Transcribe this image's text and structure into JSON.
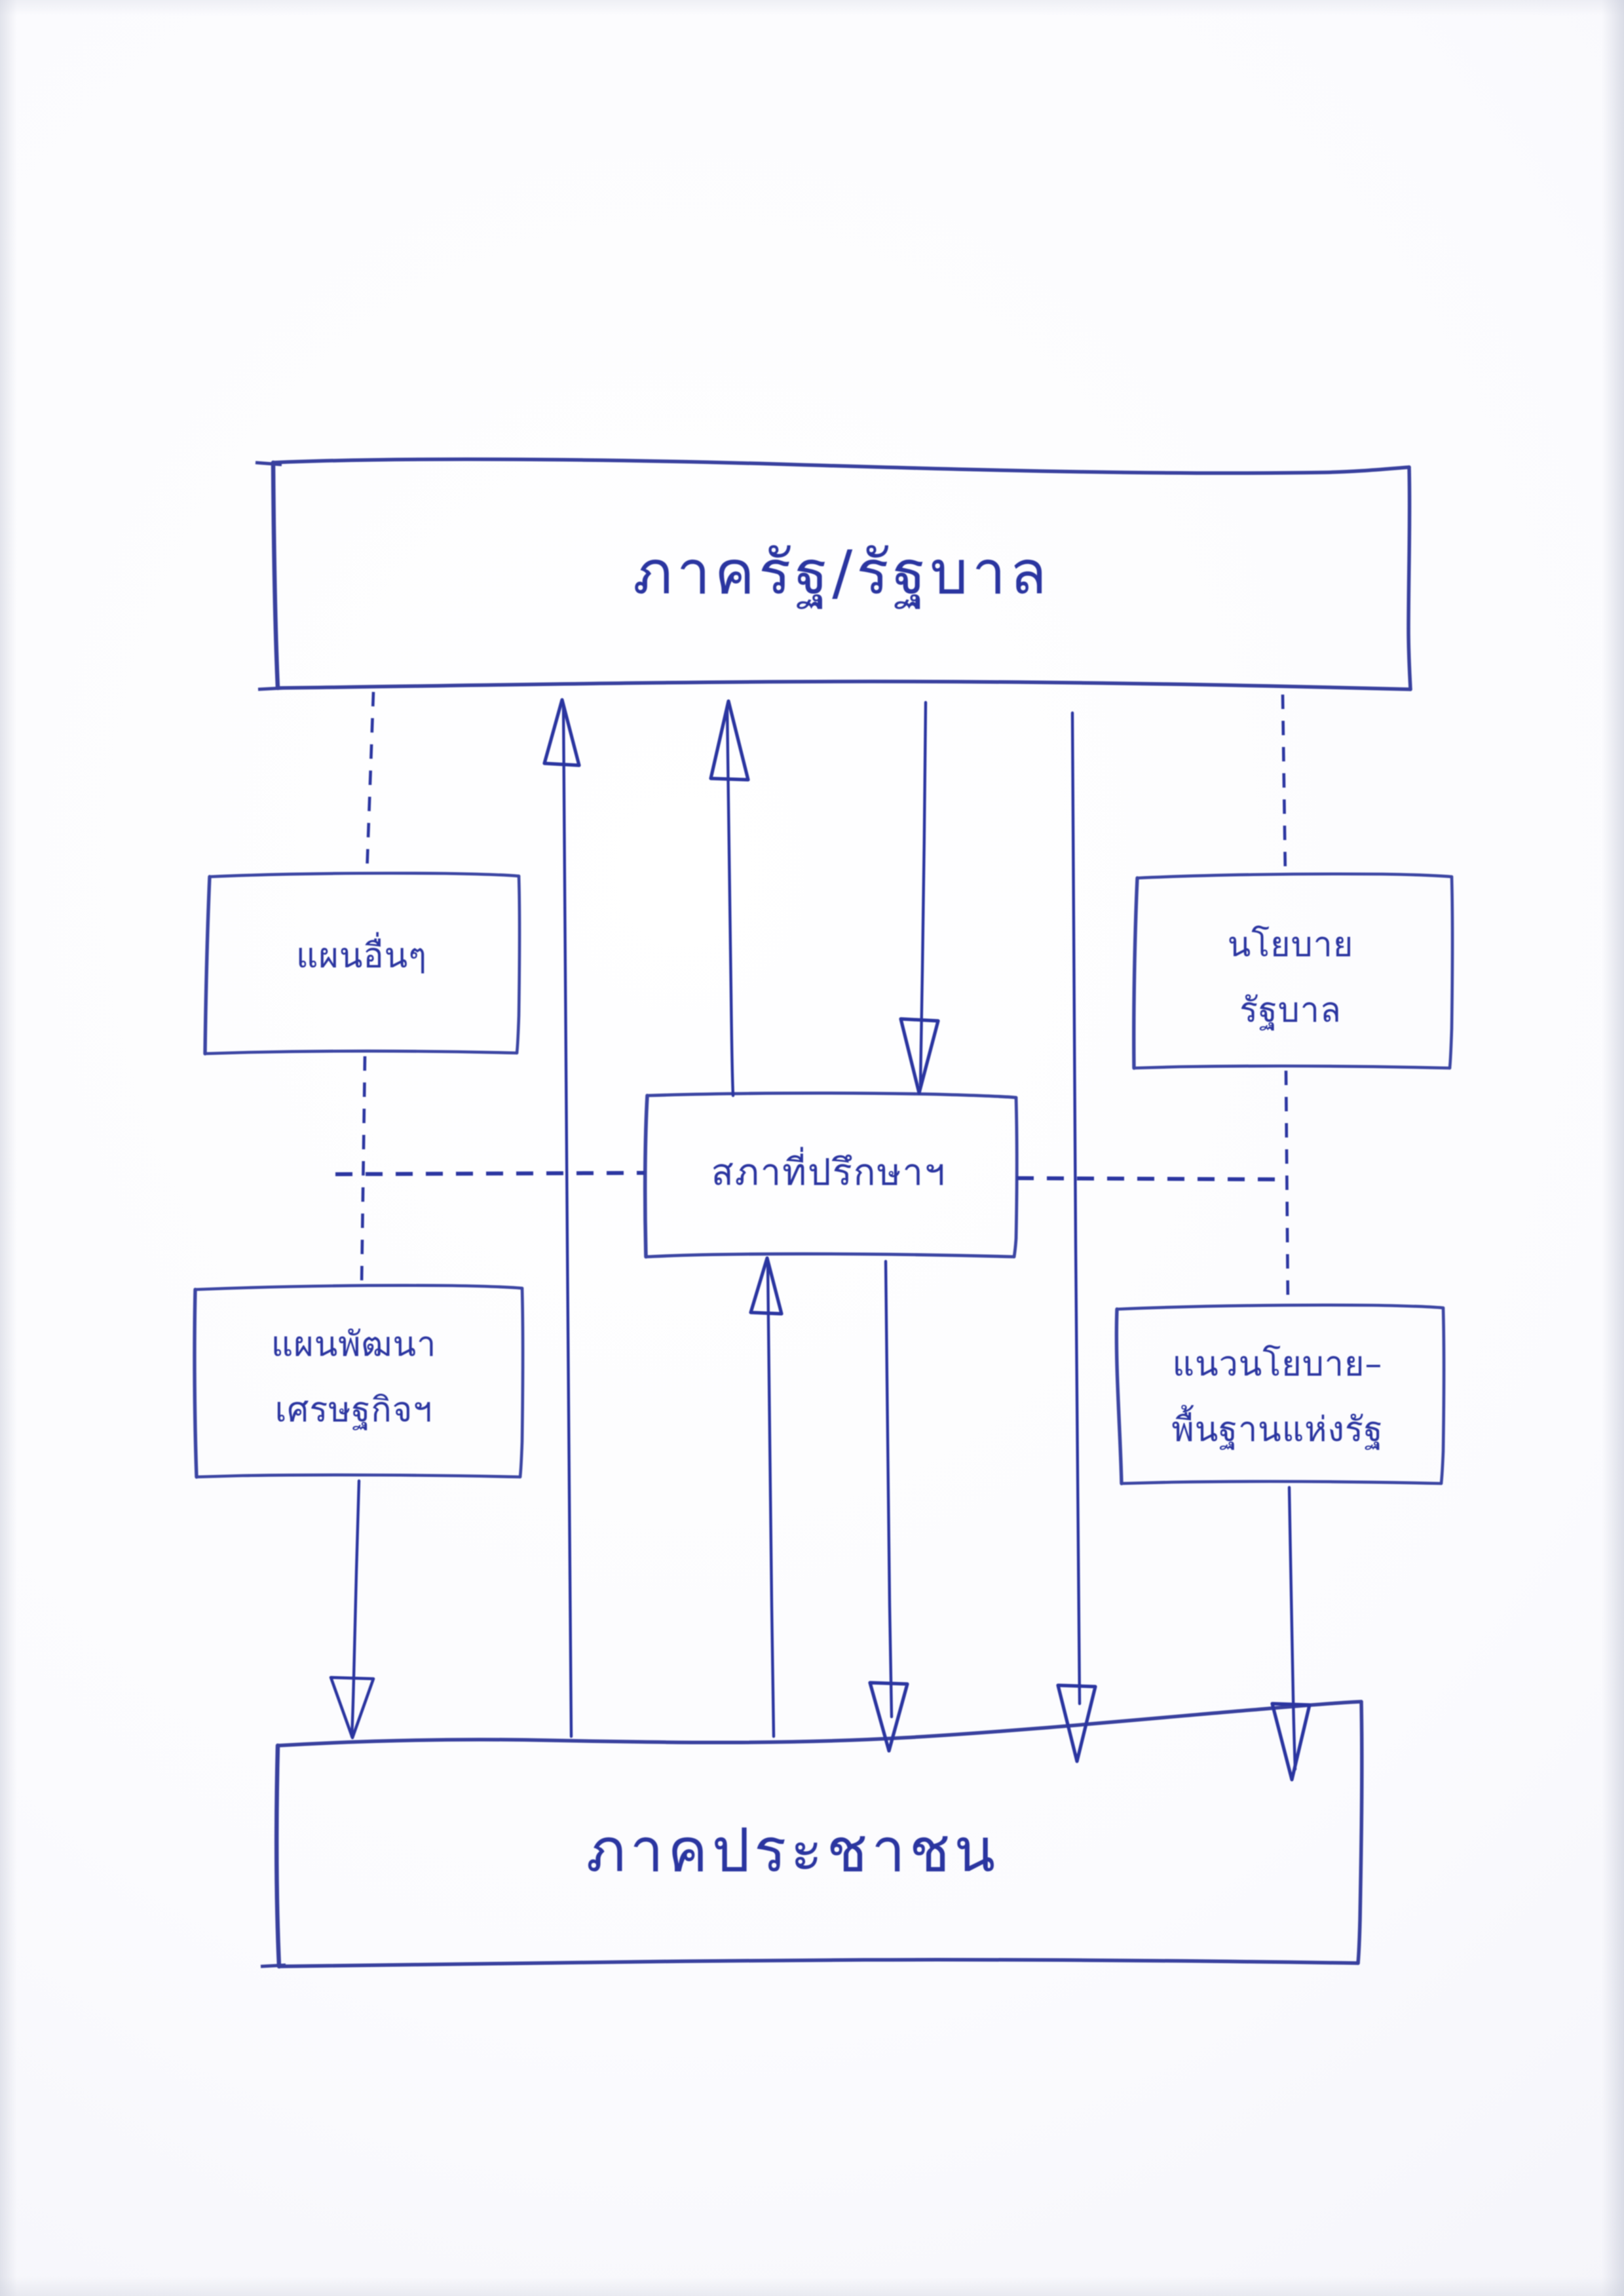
{
  "document": {
    "type": "hand-drawn-diagram",
    "language": "Thai",
    "ink_color": "#2b36a0",
    "paper_color": "#f4f4fa"
  },
  "nodes": {
    "top": {
      "id": "government",
      "label": "ภาครัฐ/รัฐบาล",
      "label_lines": [
        "ภาครัฐ/รัฐบาล"
      ]
    },
    "bottom": {
      "id": "public-sector",
      "label": "ภาคประชาชน",
      "label_lines": [
        "ภาคประชาชน"
      ]
    },
    "center": {
      "id": "advisory-council",
      "label": "สภาที่ปรึกษาฯ",
      "label_lines": [
        "สภาที่ปรึกษาฯ"
      ]
    },
    "upper_left": {
      "id": "other-plans",
      "label": "แผนอื่นๆ",
      "label_lines": [
        "แผนอื่นๆ"
      ]
    },
    "lower_left": {
      "id": "economic-development-plan",
      "label": "แผนพัฒนาเศรษฐกิจฯ",
      "label_lines": [
        "แผนพัฒนา",
        "เศรษฐกิจฯ"
      ]
    },
    "upper_right": {
      "id": "government-policy",
      "label": "นโยบายรัฐบาล",
      "label_lines": [
        "นโยบาย",
        "รัฐบาล"
      ]
    },
    "lower_right": {
      "id": "directive-principles",
      "label": "แนวนโยบาย–พื้นฐานแห่งรัฐ",
      "label_lines": [
        "แนวนโยบาย–",
        "พื้นฐานแห่งรัฐ"
      ]
    }
  },
  "connectors": [
    {
      "id": "c1",
      "style": "dashed",
      "from": "government",
      "to": "public-sector",
      "via": [
        "other-plans",
        "economic-development-plan"
      ],
      "arrow": "down"
    },
    {
      "id": "c2",
      "style": "solid",
      "from": "public-sector",
      "to": "government",
      "arrow": "up"
    },
    {
      "id": "c3",
      "style": "solid",
      "from": "public-sector",
      "to": "government",
      "arrow": "up"
    },
    {
      "id": "c4",
      "style": "solid",
      "from": "government",
      "to": "advisory-council",
      "arrow": "down"
    },
    {
      "id": "c5",
      "style": "solid",
      "from": "advisory-council",
      "to": "public-sector",
      "arrow": "down"
    },
    {
      "id": "c6",
      "style": "solid",
      "from": "government",
      "to": "public-sector",
      "arrow": "down"
    },
    {
      "id": "c7",
      "style": "dashed",
      "from": "government",
      "to": "public-sector",
      "via": [
        "government-policy",
        "directive-principles"
      ],
      "arrow": "down"
    },
    {
      "id": "c8",
      "style": "solid",
      "from": "public-sector",
      "to": "advisory-council",
      "arrow": "up"
    },
    {
      "id": "c9",
      "style": "dashed",
      "orientation": "horizontal",
      "from": "left-plans-axis",
      "to": "right-policy-axis",
      "through": "advisory-council",
      "arrow": "none"
    }
  ]
}
